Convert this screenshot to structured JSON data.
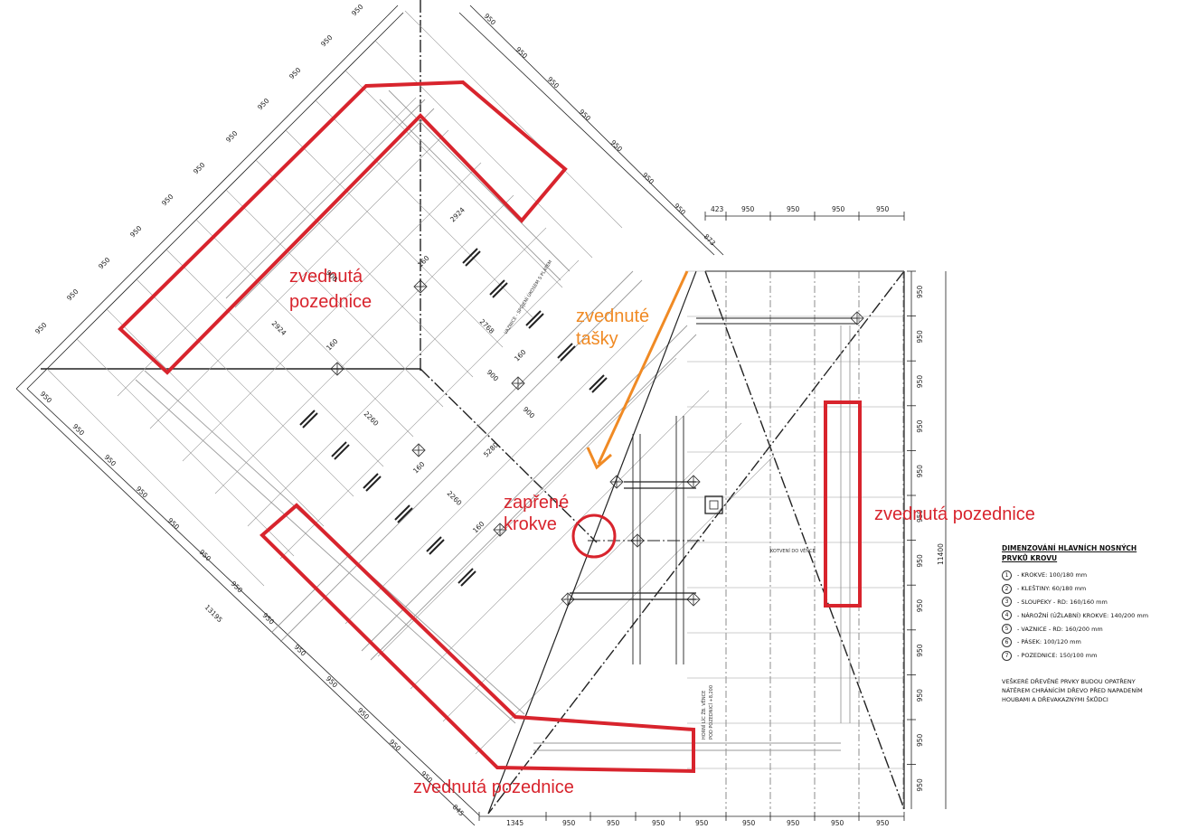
{
  "annotations": {
    "raised_purlin_top_line1": "zvednutá",
    "raised_purlin_top_line2": "pozednice",
    "raised_tiles_line1": "zvednuté",
    "raised_tiles_line2": "tašky",
    "braced_rafters_line1": "zapřené",
    "braced_rafters_line2": "krokve",
    "raised_purlin_right": "zvednutá pozednice",
    "raised_purlin_bottom": "zvednutá pozednice"
  },
  "dimensions": {
    "module": "950",
    "top_right_first": "423",
    "bottom_first": "1345",
    "right_total": "11400",
    "diag_total": "13195",
    "corner_offset": "873",
    "bottom_left_corner": "845",
    "ridge_lengths": [
      "2924",
      "2924",
      "2768",
      "2260",
      "2260",
      "5280"
    ],
    "spacings": [
      "160",
      "160",
      "160",
      "160",
      "160",
      "900",
      "900",
      "900"
    ]
  },
  "plan_labels": {
    "anchoring": "KOTVENÍ DO VĚNCE",
    "purlin_note": "VAZNICE - SPOJENÍ ÚKOSEM S PLÁTEM",
    "wall_top": "HORNÍ LÍC ŽB. VĚNCE",
    "purlin_height": "POD POZEDNICÍ +8,200"
  },
  "legend": {
    "title_line1": "DIMENZOVÁNÍ HLAVNÍCH NOSNÝCH",
    "title_line2": "PRVKŮ KROVU",
    "items": [
      {
        "num": "1",
        "text": "- KROKVE: 100/180 mm"
      },
      {
        "num": "2",
        "text": "- KLEŠTINY: 60/180 mm"
      },
      {
        "num": "3",
        "text": "- SLOUPEKY - RD: 160/160 mm"
      },
      {
        "num": "4",
        "text": "- NÁROŽNÍ (ÚŽLABNÍ) KROKVE: 140/200 mm"
      },
      {
        "num": "5",
        "text": "- VAZNICE - RD: 160/200 mm"
      },
      {
        "num": "6",
        "text": "- PÁSEK: 100/120 mm"
      },
      {
        "num": "7",
        "text": "- POZEDNICE: 150/100 mm"
      }
    ],
    "note": "VEŠKERÉ DŘEVĚNÉ PRVKY BUDOU OPATŘENY NÁTĚREM CHRÁNÍCÍM DŘEVO PŘED NAPADENÍM HOUBAMI A DŘEVAKAZNÝMI ŠKŮDCI"
  },
  "colors": {
    "red": "#d8242d",
    "orange": "#f08a24",
    "line": "#222222",
    "grey": "#9a9a9a"
  }
}
